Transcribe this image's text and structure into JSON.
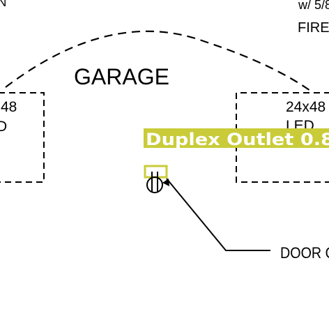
{
  "colors": {
    "detection": "#c9cc38",
    "detection_text": "#ffffff",
    "ink": "#000000",
    "background": "#ffffff"
  },
  "plan": {
    "top_left_text": "N",
    "top_right_line1": "w/ 5/8",
    "top_right_line2": "FIRE",
    "room_label": "GARAGE",
    "left_fixture_line1": "48",
    "left_fixture_line2": "D",
    "right_fixture_line1": "24x48",
    "right_fixture_line2": "LED",
    "callout_text": "DOOR O"
  },
  "detection": {
    "label": "Duplex Outlet 0.8",
    "symbol_icon": "duplex-outlet-icon"
  }
}
